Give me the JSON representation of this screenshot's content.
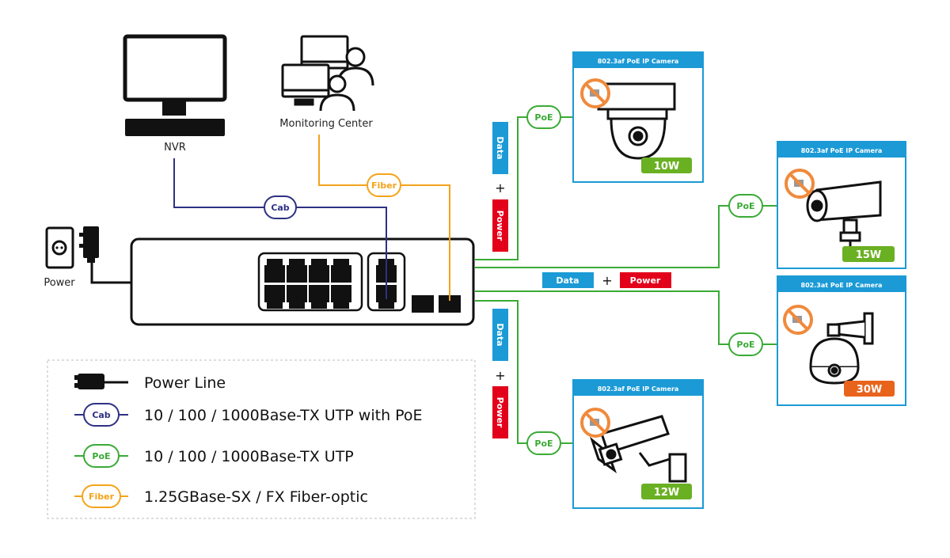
{
  "devices": {
    "nvr": {
      "label": "NVR"
    },
    "monitoring": {
      "label": "Monitoring Center"
    },
    "power": {
      "label": "Power"
    }
  },
  "links": {
    "cab": "Cab",
    "fiber": "Fiber",
    "poe": "PoE"
  },
  "tags": {
    "data": "Data",
    "power": "Power",
    "plus": "+"
  },
  "cameras": [
    {
      "title": "802.3af PoE IP Camera",
      "watt": "10W",
      "watt_color": "#6ab023"
    },
    {
      "title": "802.3af PoE IP Camera",
      "watt": "15W",
      "watt_color": "#6ab023"
    },
    {
      "title": "802.3at PoE IP Camera",
      "watt": "30W",
      "watt_color": "#e8631c"
    },
    {
      "title": "802.3af PoE IP Camera",
      "watt": "12W",
      "watt_color": "#6ab023"
    }
  ],
  "legend": [
    {
      "icon": "power-plug-icon",
      "text": "Power Line"
    },
    {
      "icon": "Cab",
      "color": "#2e3183",
      "text": "10 / 100 / 1000Base-TX UTP with PoE"
    },
    {
      "icon": "PoE",
      "color": "#3aaa35",
      "text": "10 / 100 / 1000Base-TX UTP"
    },
    {
      "icon": "Fiber",
      "color": "#f5a31a",
      "text": "1.25GBase-SX / FX Fiber-optic"
    }
  ],
  "colors": {
    "cab": "#2e3183",
    "poe": "#3aaa35",
    "fiber": "#f5a31a",
    "data_blue": "#1b9ad6",
    "power_red": "#e3001b",
    "card_header": "#1b9ad6"
  }
}
